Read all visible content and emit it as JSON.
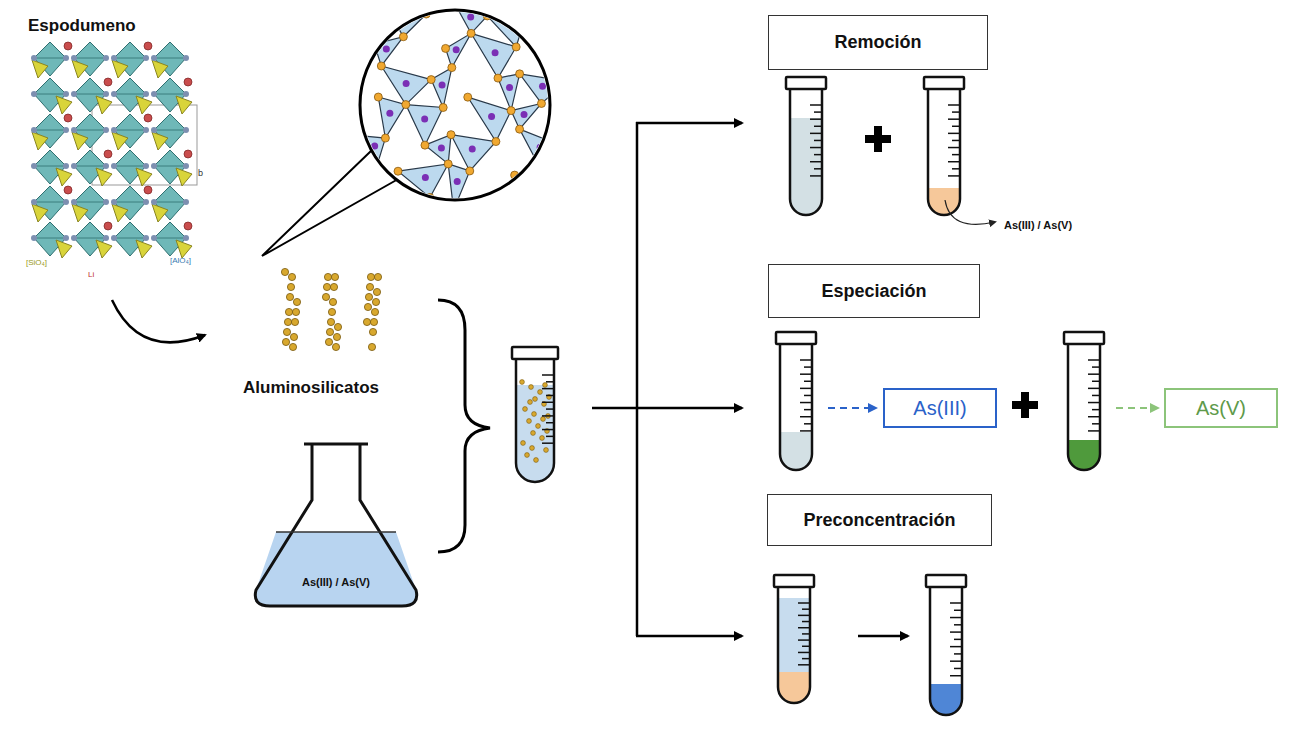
{
  "diagram": {
    "nodes": [
      {
        "text": [
          "As(III) / As(V)"
        ]
      },
      {
        "text": [
          "Remoción"
        ]
      },
      {
        "text": [
          "Especiación"
        ]
      },
      {
        "text": [
          "As(III)"
        ]
      },
      {
        "text": [
          "As(V)"
        ]
      },
      {
        "text": [
          "Preconcentración"
        ]
      }
    ],
    "labels": [
      "Espodumeno",
      "[SiO₄]",
      "[AlO₄]",
      "Li",
      "b",
      "Aluminosilicatos",
      "As(III) / As(V)"
    ]
  }
}
